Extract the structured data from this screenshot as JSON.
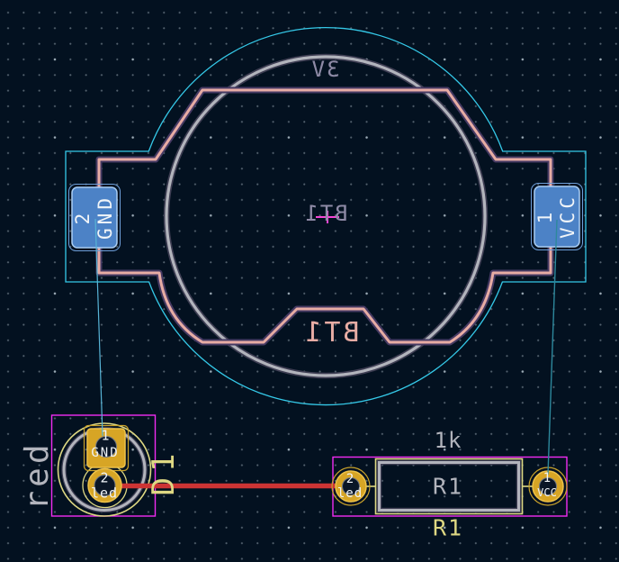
{
  "app": {
    "view": "pcb-editor-canvas"
  },
  "colors": {
    "bg": "#031120",
    "courtyard-back": "#35c9e8",
    "courtyard-front": "#f22cf2",
    "fab-gray": "#b2b4bc",
    "silk-back": "#e7aca4",
    "silk-front": "#ded883",
    "pad-back": "#4c82c6",
    "pad-back-border": "#a9cdf4",
    "pad-th-fill": "#d7a525",
    "pad-th-border": "#edc24a",
    "trace-front": "#cd3434",
    "ratsnest-1": "#58b4d6",
    "ratsnest-2": "#2d889c",
    "text-mirror-fab": "#8e8aa6",
    "anchor": "#f545d5"
  },
  "battery": {
    "reference": "BT1",
    "value": "3V",
    "pads": [
      {
        "number": "2",
        "net": "GND"
      },
      {
        "number": "1",
        "net": "VCC"
      }
    ]
  },
  "led": {
    "reference": "D1",
    "value": "red",
    "pads": [
      {
        "number": "1",
        "net": "GND"
      },
      {
        "number": "2",
        "net": "led"
      }
    ]
  },
  "resistor": {
    "reference": "R1",
    "value": "1k",
    "pads": [
      {
        "number": "2",
        "net": "led"
      },
      {
        "number": "1",
        "net": "VCC"
      }
    ]
  }
}
